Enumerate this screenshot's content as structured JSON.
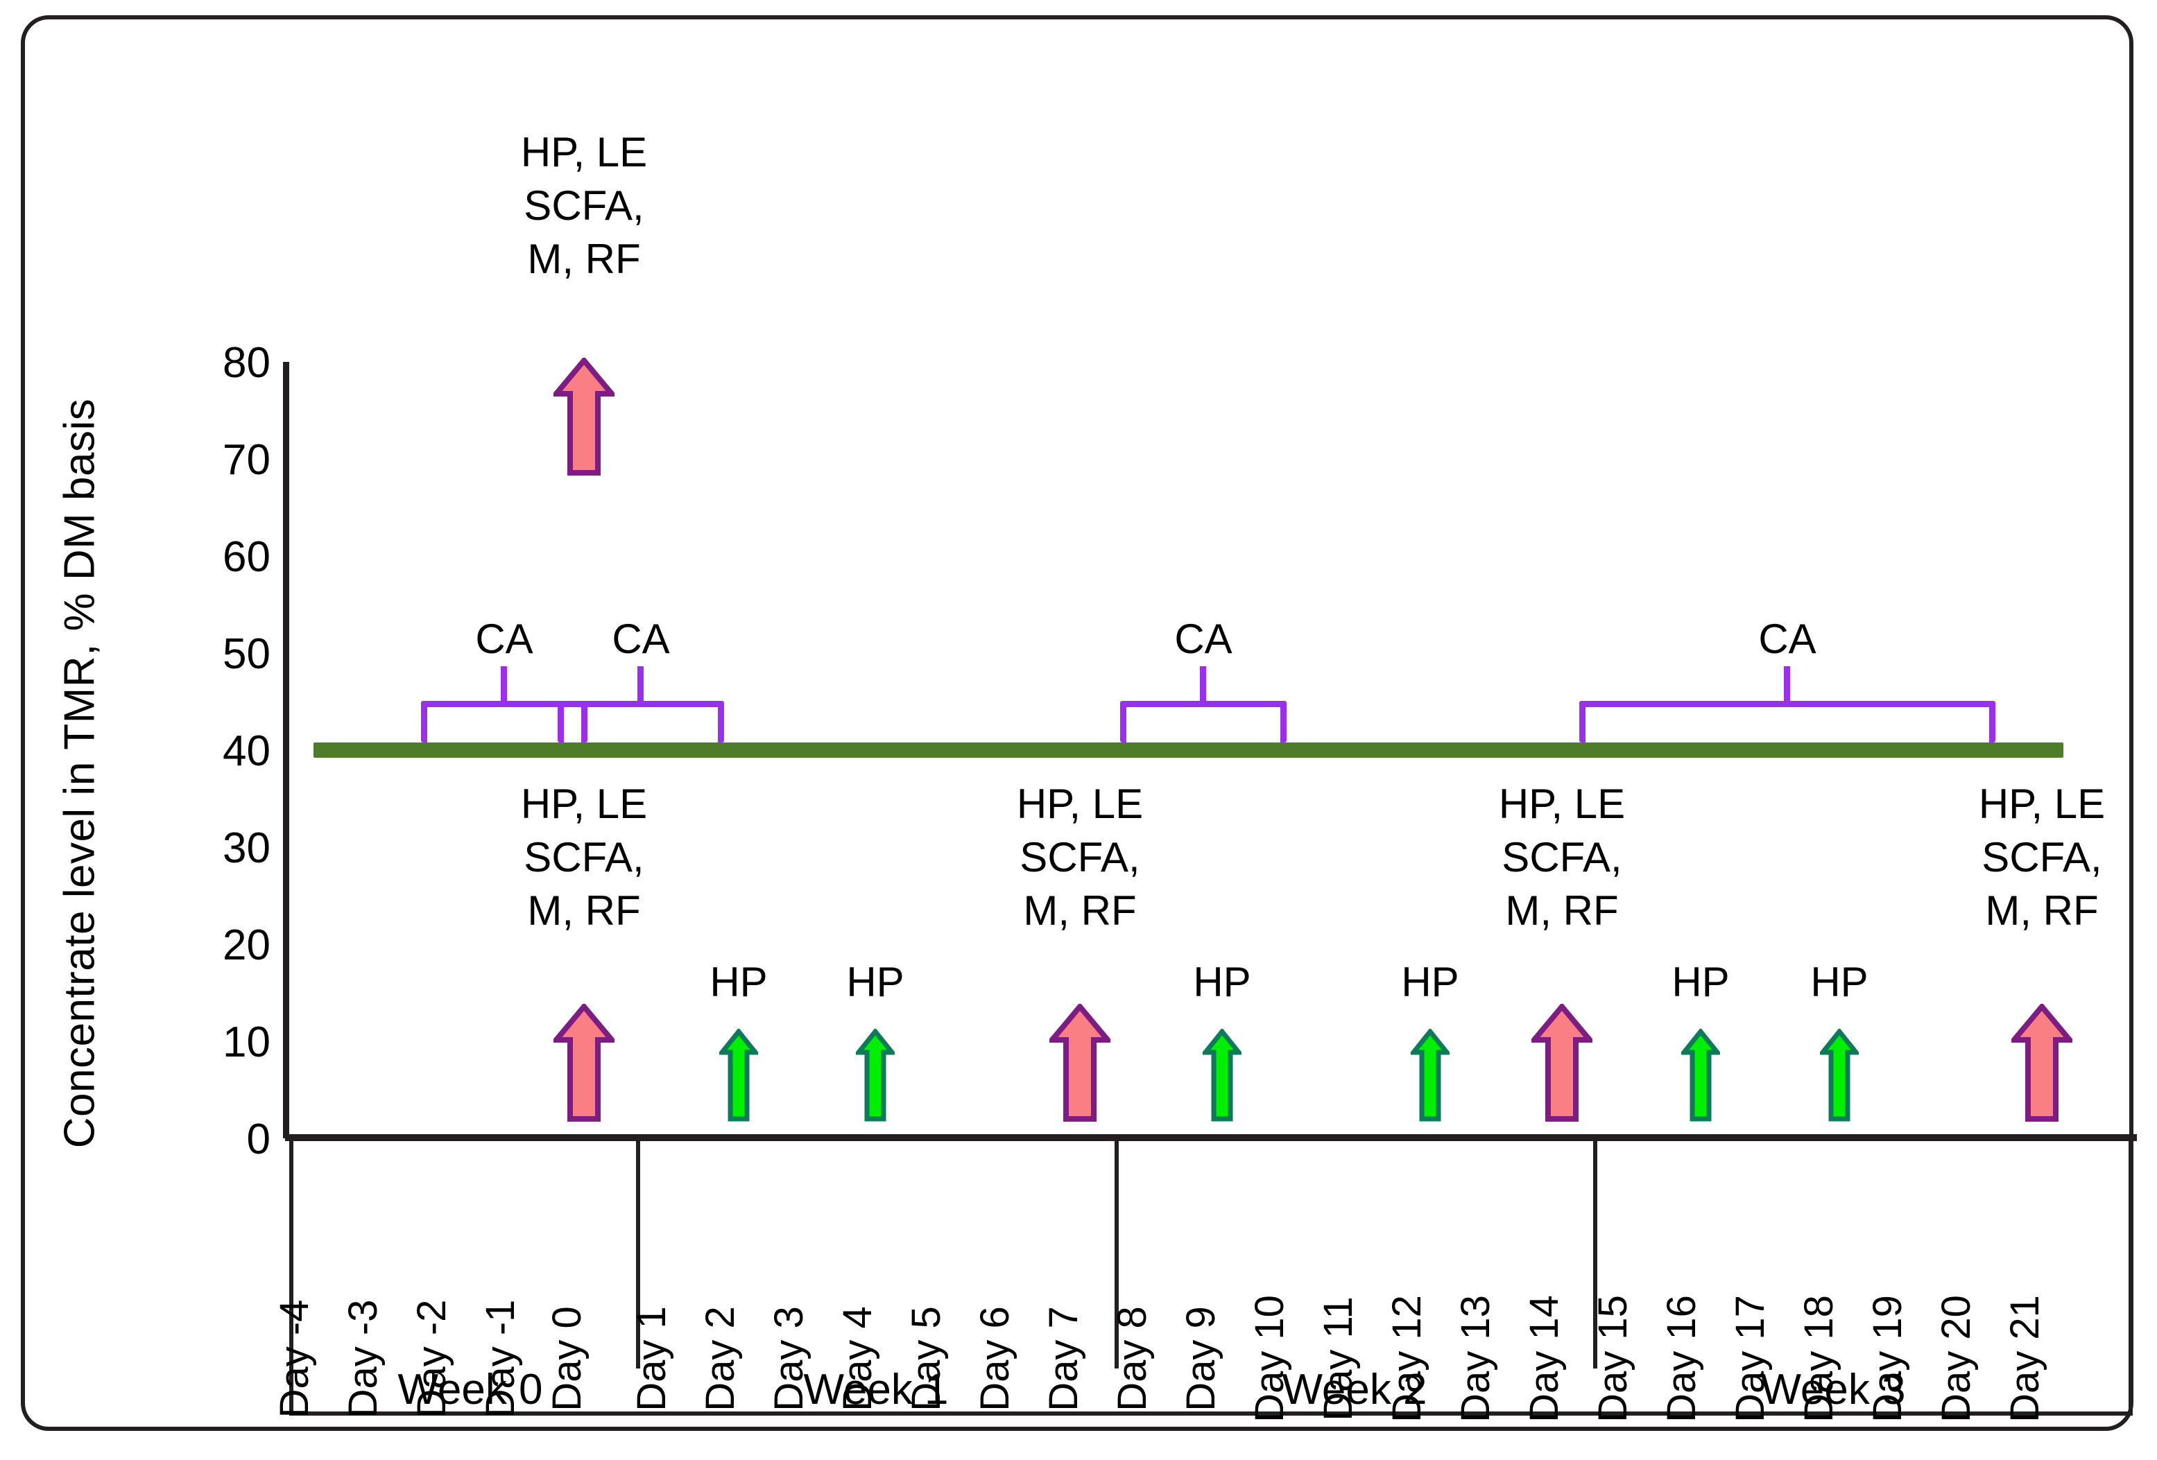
{
  "chart_data": {
    "type": "line",
    "title": "",
    "xlabel": "",
    "ylabel": "Concentrate level in TMR, % DM basis",
    "ylim": [
      0,
      80
    ],
    "y_ticks": [
      "80",
      "70",
      "60",
      "50",
      "40",
      "30",
      "20",
      "10",
      "0"
    ],
    "grid": false,
    "legend": "none",
    "series": [
      {
        "name": "Concentrate level in TMR",
        "color": "#4e7c2a",
        "value": 40,
        "x_from": "Day -3",
        "x_to": "Day 21",
        "note": "flat horizontal line held at 40% DM basis across the whole trial"
      }
    ],
    "categories": [
      "Day -4",
      "Day -3",
      "Day -2",
      "Day -1",
      "Day 0",
      "Day 1",
      "Day 2",
      "Day 3",
      "Day 4",
      "Day 5",
      "Day 6",
      "Day 7",
      "Day 8",
      "Day 9",
      "Day 10",
      "Day 11",
      "Day 12",
      "Day 13",
      "Day 14",
      "Day 15",
      "Day 16",
      "Day 17",
      "Day 18",
      "Day 19",
      "Day 20",
      "Day 21"
    ],
    "annotations": {
      "big_sampling_events": [
        {
          "day": "Day 0",
          "label": "HP, LE\nSCFA,\nM, RF",
          "marker": "large-pink-arrow",
          "position": "above-line"
        },
        {
          "day": "Day 0",
          "label": "HP, LE\nSCFA,\nM, RF",
          "marker": "large-pink-arrow",
          "position": "below-line"
        },
        {
          "day": "Day 7",
          "label": "HP, LE\nSCFA,\nM, RF",
          "marker": "large-pink-arrow",
          "position": "below-line"
        },
        {
          "day": "Day 14",
          "label": "HP, LE\nSCFA,\nM, RF",
          "marker": "large-pink-arrow",
          "position": "below-line"
        },
        {
          "day": "Day 21",
          "label": "HP, LE\nSCFA,\nM, RF",
          "marker": "large-pink-arrow",
          "position": "below-line"
        }
      ],
      "small_sampling_events": [
        {
          "day": "Day 2",
          "label": "HP",
          "marker": "small-green-arrow"
        },
        {
          "day": "Day 4",
          "label": "HP",
          "marker": "small-green-arrow"
        },
        {
          "day": "Day 9",
          "label": "HP",
          "marker": "small-green-arrow"
        },
        {
          "day": "Day 12",
          "label": "HP",
          "marker": "small-green-arrow"
        },
        {
          "day": "Day 16",
          "label": "HP",
          "marker": "small-green-arrow"
        },
        {
          "day": "Day 18",
          "label": "HP",
          "marker": "small-green-arrow"
        }
      ],
      "ca_brackets": [
        {
          "label": "CA",
          "from": "Day -3",
          "to": "Day -1"
        },
        {
          "label": "CA",
          "from": "Day 0",
          "to": "Day 2"
        },
        {
          "label": "CA",
          "from": "Day 8",
          "to": "Day 10"
        },
        {
          "label": "CA",
          "from": "Day 14",
          "to": "Day 20"
        }
      ]
    }
  },
  "axis": {
    "y_title": "Concentrate level in TMR, % DM basis",
    "y_ticks": [
      "80",
      "70",
      "60",
      "50",
      "40",
      "30",
      "20",
      "10",
      "0"
    ]
  },
  "days": [
    {
      "label": "Day -4",
      "week": 0
    },
    {
      "label": "Day -3",
      "week": 0
    },
    {
      "label": "Day -2",
      "week": 0
    },
    {
      "label": "Day -1",
      "week": 0
    },
    {
      "label": "Day 0",
      "week": 0
    },
    {
      "label": "Day 1",
      "week": 1
    },
    {
      "label": "Day 2",
      "week": 1
    },
    {
      "label": "Day 3",
      "week": 1
    },
    {
      "label": "Day 4",
      "week": 1
    },
    {
      "label": "Day 5",
      "week": 1
    },
    {
      "label": "Day 6",
      "week": 1
    },
    {
      "label": "Day 7",
      "week": 1
    },
    {
      "label": "Day 8",
      "week": 2
    },
    {
      "label": "Day 9",
      "week": 2
    },
    {
      "label": "Day 10",
      "week": 2
    },
    {
      "label": "Day 11",
      "week": 2
    },
    {
      "label": "Day 12",
      "week": 2
    },
    {
      "label": "Day 13",
      "week": 2
    },
    {
      "label": "Day 14",
      "week": 2
    },
    {
      "label": "Day 15",
      "week": 3
    },
    {
      "label": "Day 16",
      "week": 3
    },
    {
      "label": "Day 17",
      "week": 3
    },
    {
      "label": "Day 18",
      "week": 3
    },
    {
      "label": "Day 19",
      "week": 3
    },
    {
      "label": "Day 20",
      "week": 3
    },
    {
      "label": "Day 21",
      "week": 3
    }
  ],
  "weeks": [
    {
      "label": "Week 0"
    },
    {
      "label": "Week 1"
    },
    {
      "label": "Week 2"
    },
    {
      "label": "Week 3"
    }
  ],
  "ca_brackets": [
    {
      "label": "CA"
    },
    {
      "label": "CA"
    },
    {
      "label": "CA"
    },
    {
      "label": "CA"
    }
  ],
  "labels": {
    "full_panel_line1": "HP, LE",
    "full_panel_line2": "SCFA,",
    "full_panel_line3": "M, RF",
    "hp_only": "HP"
  },
  "colors": {
    "concentrate_line": "#4e7c2a",
    "ca_bracket": "#9b30ea",
    "pink_arrow_fill": "#f97f85",
    "pink_arrow_stroke": "#7d1d82",
    "green_arrow_fill": "#00ee00",
    "green_arrow_stroke": "#0e7a5a",
    "frame": "#231f20",
    "text": "#000000"
  }
}
